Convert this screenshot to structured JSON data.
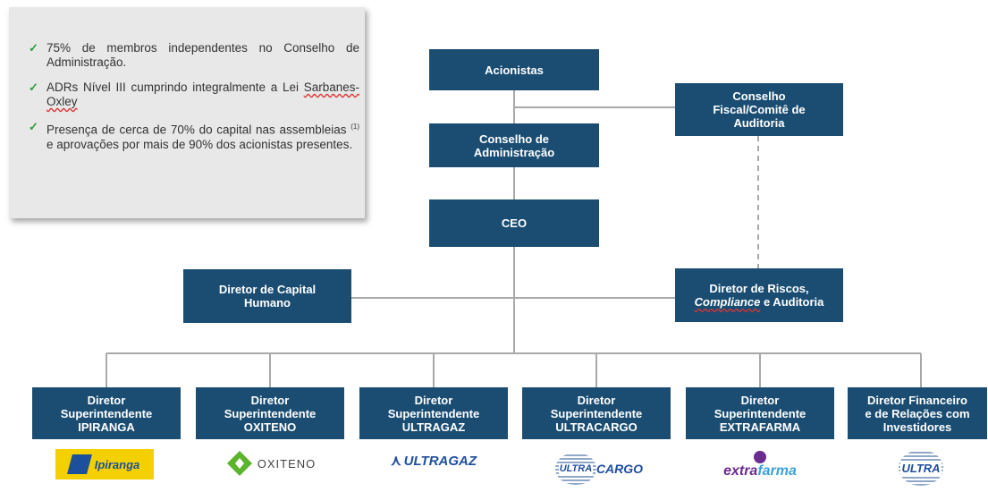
{
  "notes": {
    "items": [
      {
        "text": "75% de membros independentes no Conselho de Administração."
      },
      {
        "text_a": "ADRs Nível III cumprindo integralmente a Lei ",
        "text_b": "Sarbanes-Oxley"
      },
      {
        "text_a": "Presença de cerca de 70% do capital nas assembleias ",
        "ref": "(1)",
        "text_b": " e aprovações por mais de 90% dos acionistas presentes."
      }
    ]
  },
  "org": {
    "acionistas": "Acionistas",
    "conselho_fiscal": "Conselho Fiscal/Comitê de Auditoria",
    "conselho_admin": "Conselho de Administração",
    "ceo": "CEO",
    "capital_humano": "Diretor de Capital Humano",
    "riscos_a": "Diretor de Riscos,",
    "riscos_b": "Compliance",
    "riscos_c": " e Auditoria",
    "directors": [
      {
        "line1": "Diretor",
        "line2": "Superintendente",
        "line3": "IPIRANGA"
      },
      {
        "line1": "Diretor",
        "line2": "Superintendente",
        "line3": "OXITENO"
      },
      {
        "line1": "Diretor",
        "line2": "Superintendente",
        "line3": "ULTRAGAZ"
      },
      {
        "line1": "Diretor",
        "line2": "Superintendente",
        "line3": "ULTRACARGO"
      },
      {
        "line1": "Diretor",
        "line2": "Superintendente",
        "line3": "EXTRAFARMA"
      },
      {
        "line1": "Diretor Financeiro",
        "line2": "e de Relações com",
        "line3": "Investidores"
      }
    ]
  },
  "logos": {
    "ipiranga": "Ipiranga",
    "oxiteno": "OXITENO",
    "ultragaz": "ULTRAGAZ",
    "ultracargo_a": "ULTRA",
    "ultracargo_b": "CARGO",
    "extrafarma_a": "extra",
    "extrafarma_b": "farma",
    "ultra": "ULTRA"
  },
  "colors": {
    "box": "#1b4d72",
    "line": "#a9a9a9",
    "check": "#2e9e3a",
    "ipiranga_yellow": "#f5d000",
    "ipiranga_blue": "#1c4f9c",
    "oxiteno_green": "#5bb32e",
    "extrafarma_purple": "#6b2c8f"
  }
}
